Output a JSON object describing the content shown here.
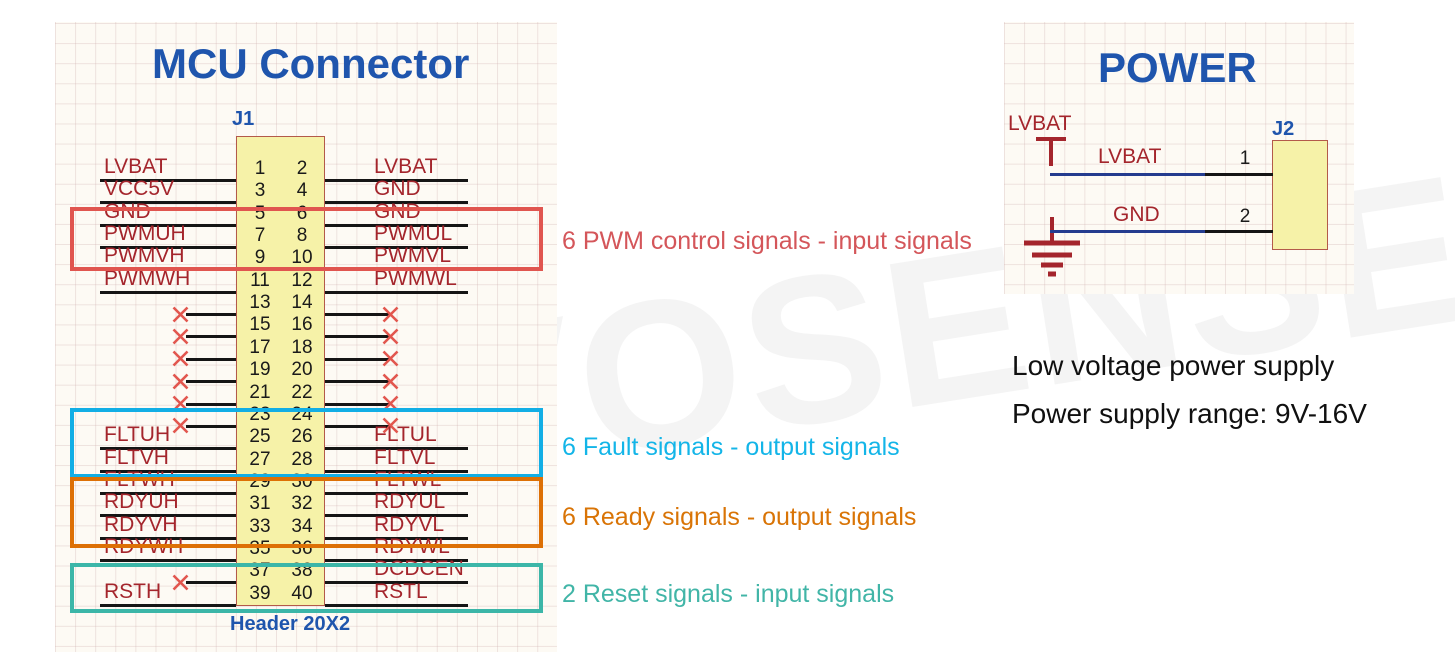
{
  "document": {
    "watermark_text": "NOVOSENSE"
  },
  "mcu_connector": {
    "title": "MCU  Connector",
    "ref_des": "J1",
    "part_label": "Header 20X2",
    "pin_rows": [
      {
        "left_pin": "1",
        "right_pin": "2",
        "left_net": "LVBAT",
        "right_net": "LVBAT",
        "left_nc": false,
        "right_nc": false
      },
      {
        "left_pin": "3",
        "right_pin": "4",
        "left_net": "VCC5V",
        "right_net": "GND",
        "left_nc": false,
        "right_nc": false
      },
      {
        "left_pin": "5",
        "right_pin": "6",
        "left_net": "GND",
        "right_net": "GND",
        "left_nc": false,
        "right_nc": false
      },
      {
        "left_pin": "7",
        "right_pin": "8",
        "left_net": "PWMUH",
        "right_net": "PWMUL",
        "left_nc": false,
        "right_nc": false
      },
      {
        "left_pin": "9",
        "right_pin": "10",
        "left_net": "PWMVH",
        "right_net": "PWMVL",
        "left_nc": false,
        "right_nc": false
      },
      {
        "left_pin": "11",
        "right_pin": "12",
        "left_net": "PWMWH",
        "right_net": "PWMWL",
        "left_nc": false,
        "right_nc": false
      },
      {
        "left_pin": "13",
        "right_pin": "14",
        "left_net": "",
        "right_net": "",
        "left_nc": true,
        "right_nc": true
      },
      {
        "left_pin": "15",
        "right_pin": "16",
        "left_net": "",
        "right_net": "",
        "left_nc": true,
        "right_nc": true
      },
      {
        "left_pin": "17",
        "right_pin": "18",
        "left_net": "",
        "right_net": "",
        "left_nc": true,
        "right_nc": true
      },
      {
        "left_pin": "19",
        "right_pin": "20",
        "left_net": "",
        "right_net": "",
        "left_nc": true,
        "right_nc": true
      },
      {
        "left_pin": "21",
        "right_pin": "22",
        "left_net": "",
        "right_net": "",
        "left_nc": true,
        "right_nc": true
      },
      {
        "left_pin": "23",
        "right_pin": "24",
        "left_net": "",
        "right_net": "",
        "left_nc": true,
        "right_nc": true
      },
      {
        "left_pin": "25",
        "right_pin": "26",
        "left_net": "FLTUH",
        "right_net": "FLTUL",
        "left_nc": false,
        "right_nc": false
      },
      {
        "left_pin": "27",
        "right_pin": "28",
        "left_net": "FLTVH",
        "right_net": "FLTVL",
        "left_nc": false,
        "right_nc": false
      },
      {
        "left_pin": "29",
        "right_pin": "30",
        "left_net": "FLTWH",
        "right_net": "FLTWL",
        "left_nc": false,
        "right_nc": false
      },
      {
        "left_pin": "31",
        "right_pin": "32",
        "left_net": "RDYUH",
        "right_net": "RDYUL",
        "left_nc": false,
        "right_nc": false
      },
      {
        "left_pin": "33",
        "right_pin": "34",
        "left_net": "RDYVH",
        "right_net": "RDYVL",
        "left_nc": false,
        "right_nc": false
      },
      {
        "left_pin": "35",
        "right_pin": "36",
        "left_net": "RDYWH",
        "right_net": "RDYWL",
        "left_nc": false,
        "right_nc": false
      },
      {
        "left_pin": "37",
        "right_pin": "38",
        "left_net": "",
        "right_net": "DCDCEN",
        "left_nc": true,
        "right_nc": false
      },
      {
        "left_pin": "39",
        "right_pin": "40",
        "left_net": "RSTH",
        "right_net": "RSTL",
        "left_nc": false,
        "right_nc": false
      }
    ],
    "groups": [
      {
        "id": "pwm",
        "color": "#e0554f",
        "caption": "6 PWM control signals - input signals",
        "caption_color": "#d4565a"
      },
      {
        "id": "fault",
        "color": "#12aee5",
        "caption": "6 Fault signals - output signals",
        "caption_color": "#13b5e8"
      },
      {
        "id": "ready",
        "color": "#dd7005",
        "caption": "6 Ready signals - output signals",
        "caption_color": "#d97406"
      },
      {
        "id": "reset",
        "color": "#3cb6a8",
        "caption": "2 Reset signals - input signals",
        "caption_color": "#41b5a7"
      }
    ]
  },
  "power": {
    "title": "POWER",
    "ref_des": "J2",
    "supply_symbol_label": "LVBAT",
    "pin_rows": [
      {
        "pin": "1",
        "net": "LVBAT"
      },
      {
        "pin": "2",
        "net": "GND"
      }
    ],
    "description": [
      "Low voltage power supply",
      "Power supply range: 9V-16V"
    ]
  },
  "colors": {
    "title_blue": "#1f55ad",
    "net_red": "#a4252c",
    "body_yellow": "#f6f2a8",
    "body_border": "#b35a4a",
    "wire_black": "#151515",
    "wire_blue": "#243c8f",
    "grid_bg": "#fdfaf4"
  }
}
